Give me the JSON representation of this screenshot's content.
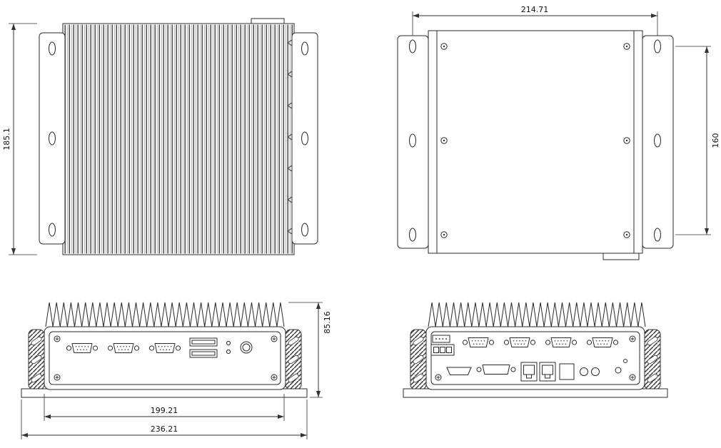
{
  "colors": {
    "background": "#ffffff",
    "line": "#2b2b2b",
    "dimension": "#333333"
  },
  "dimensions": {
    "depth": "185.1",
    "mount_span_width": "214.71",
    "mount_span_height": "160",
    "height": "85.16",
    "body_width": "199.21",
    "overall_width": "236.21"
  }
}
